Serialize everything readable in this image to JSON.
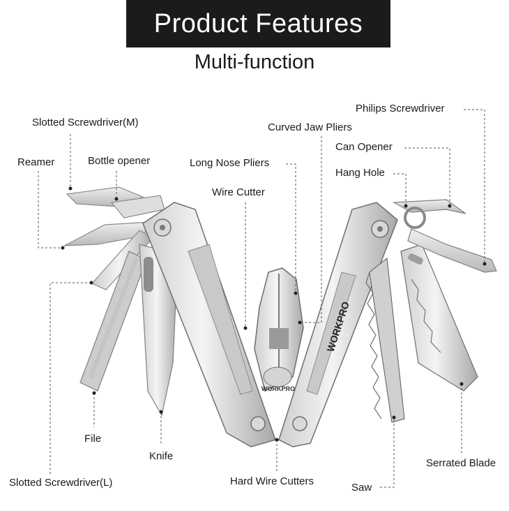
{
  "header": {
    "title": "Product Features",
    "subtitle": "Multi-function"
  },
  "tool": {
    "brand": "WORKPRO",
    "brand_small": "WORKPRO"
  },
  "callouts": {
    "slotted_screwdriver_m": "Slotted Screwdriver(M)",
    "reamer": "Reamer",
    "bottle_opener": "Bottle opener",
    "long_nose_pliers": "Long Nose Pliers",
    "wire_cutter": "Wire Cutter",
    "curved_jaw_pliers": "Curved Jaw Pliers",
    "philips_screwdriver": "Philips Screwdriver",
    "can_opener": "Can Opener",
    "hang_hole": "Hang Hole",
    "file": "File",
    "knife": "Knife",
    "slotted_screwdriver_l": "Slotted Screwdriver(L)",
    "hard_wire_cutters": "Hard Wire Cutters",
    "saw": "Saw",
    "serrated_blade": "Serrated Blade"
  },
  "colors": {
    "banner": "#1b1b1b",
    "steel_light": "#e9e9e9",
    "steel_mid": "#bdbdbd",
    "steel_dark": "#7a7a7a",
    "leader": "#555555"
  }
}
